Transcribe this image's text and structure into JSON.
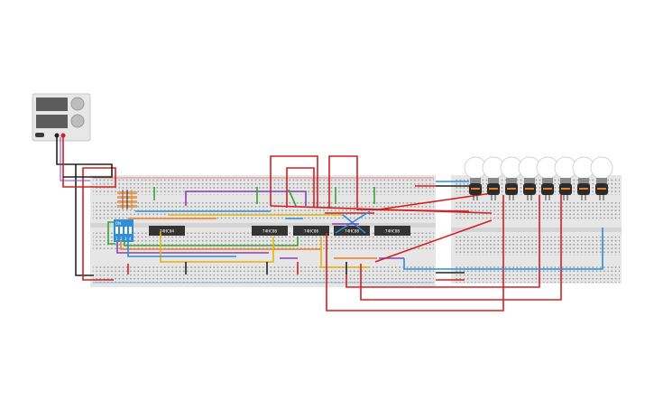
{
  "canvas": {
    "background": "#ffffff"
  },
  "power_supply": {
    "icon": "power-supply-icon"
  },
  "dip_switch": {
    "on_label": "ON",
    "positions": [
      "1",
      "2",
      "3",
      "4"
    ]
  },
  "chips": [
    {
      "label": "74HC04"
    },
    {
      "label": "74HC08"
    },
    {
      "label": "74HC08"
    },
    {
      "label": "74HC08"
    },
    {
      "label": "74HC08"
    }
  ],
  "bulbs": {
    "count": 8
  },
  "colors": {
    "wire_red": "#d42020",
    "wire_black": "#222222",
    "wire_purple": "#8b3fb6",
    "wire_blue": "#2a8fd8",
    "wire_green": "#3aa336",
    "wire_yellow": "#e8b40a",
    "wire_orange": "#ee7d1e",
    "breadboard": "#e6e6e6",
    "chip": "#333333",
    "dip_switch": "#2e8fd6"
  }
}
